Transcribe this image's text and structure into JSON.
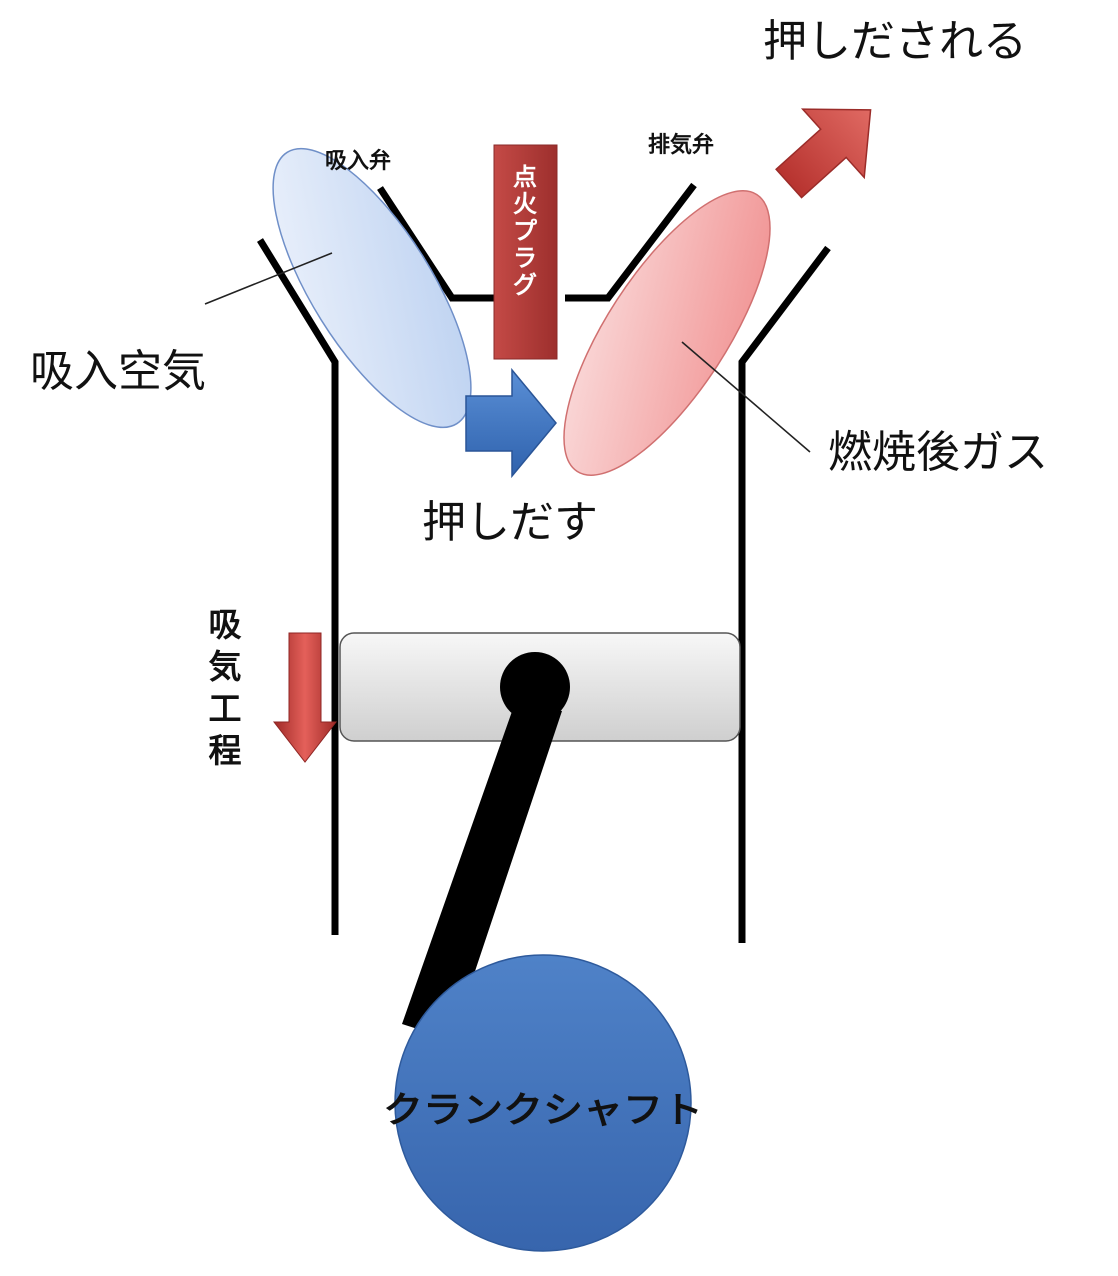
{
  "labels": {
    "pushed_out": "押しだされる",
    "intake_valve": "吸入弁",
    "exhaust_valve": "排気弁",
    "intake_air": "吸入空気",
    "burnt_gas": "燃焼後ガス",
    "push_out": "押しだす",
    "crankshaft": "クランクシャフト"
  },
  "spark_plug": {
    "label": "点火プラグ",
    "chars": [
      "点",
      "火",
      "プ",
      "ラ",
      "グ"
    ]
  },
  "stroke": {
    "label": "吸気工程",
    "chars": [
      "吸",
      "気",
      "工",
      "程"
    ]
  },
  "colors": {
    "intake_fill": "#dbe6f8",
    "exhaust_fill": "#f4b8b8",
    "spark_plug": "#b03a3a",
    "blue_arrow": "#3f78c4",
    "red_arrow": "#c0403c",
    "crankshaft": "#4577c0",
    "piston": "#dcdcdc",
    "lines": "#000000"
  },
  "icons": {
    "push_arrow": "arrow-right-icon",
    "exhaust_arrow": "arrow-up-right-icon",
    "stroke_arrow": "arrow-down-icon"
  }
}
